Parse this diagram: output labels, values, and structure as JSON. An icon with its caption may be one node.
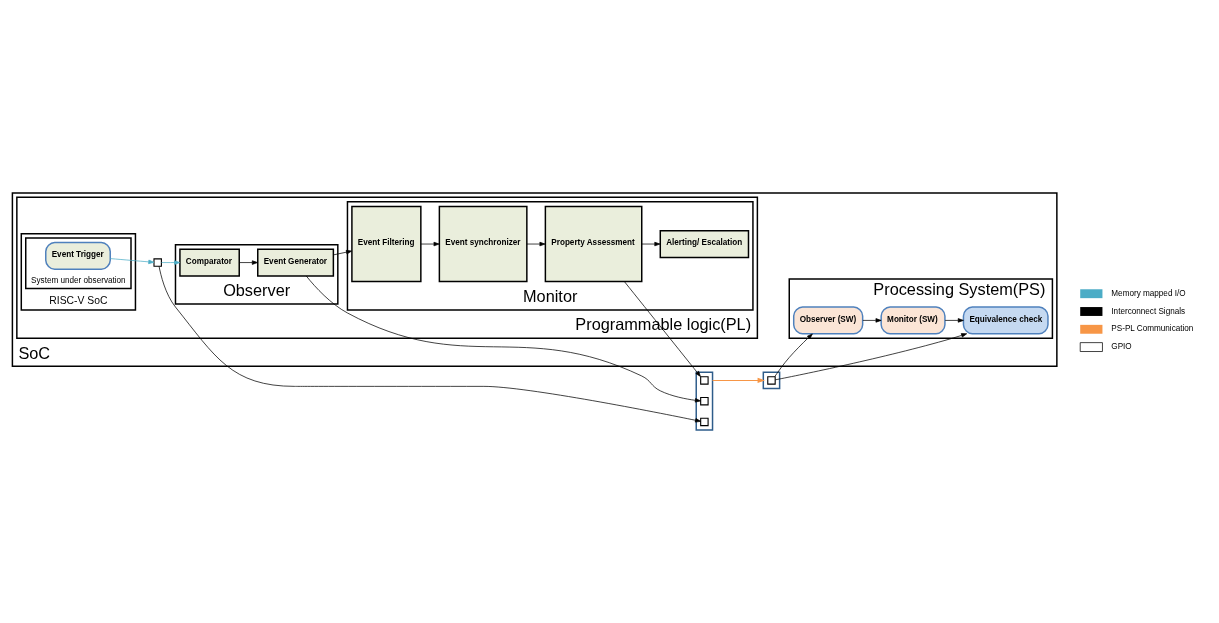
{
  "diagram": {
    "nodes": [
      {
        "text": [
          "SoC"
        ]
      },
      {
        "text": [
          "Programmable logic(PL)"
        ],
        "in": 0
      },
      {
        "text": [
          "RISC-V SoC"
        ],
        "in": 1
      },
      {
        "text": [
          "System under observation"
        ],
        "in": 2
      },
      {
        "text": [
          "Event Trigger"
        ],
        "in": 3
      },
      {
        "text": [],
        "shape": "box",
        "in": 1
      },
      {
        "text": [
          "Observer"
        ],
        "in": 1
      },
      {
        "text": [
          "Comparator"
        ],
        "in": 6
      },
      {
        "text": [
          "Event Generator"
        ],
        "in": 6
      },
      {
        "text": [
          "Monitor"
        ],
        "in": 1
      },
      {
        "text": [
          "Event Filtering"
        ],
        "in": 9
      },
      {
        "text": [
          "Event synchronizer"
        ],
        "in": 9
      },
      {
        "text": [
          "Property Assessment"
        ],
        "in": 9
      },
      {
        "text": [
          "Alerting/ Escalation"
        ],
        "in": 9
      },
      {
        "text": [],
        "shape": "box"
      },
      {
        "text": [],
        "shape": "box",
        "in": 14
      },
      {
        "text": [],
        "shape": "box",
        "in": 14
      },
      {
        "text": [],
        "shape": "box",
        "in": 14
      },
      {
        "text": [
          "Processing System(PS)"
        ],
        "in": 0
      },
      {
        "text": [],
        "shape": "box"
      },
      {
        "text": [],
        "shape": "box",
        "in": 19
      },
      {
        "text": [
          "Observer (SW)"
        ],
        "in": 18
      },
      {
        "text": [
          "Monitor (SW)"
        ],
        "in": 18
      },
      {
        "text": [
          "Equivalence check"
        ],
        "in": 18
      }
    ],
    "edges": [
      {
        "from": 4,
        "to": 5,
        "arrow": "to",
        "color": "#4bacc6"
      },
      {
        "from": 5,
        "to": 7,
        "arrow": "to",
        "color": "#4bacc6"
      },
      {
        "from": 7,
        "to": 8,
        "arrow": "to"
      },
      {
        "from": 8,
        "to": 10,
        "arrow": "to"
      },
      {
        "from": 10,
        "to": 11,
        "arrow": "to"
      },
      {
        "from": 11,
        "to": 12,
        "arrow": "to"
      },
      {
        "from": 12,
        "to": 15,
        "arrow": "to"
      },
      {
        "from": 12,
        "to": 13,
        "arrow": "to"
      },
      {
        "from": 8,
        "to": 16,
        "arrow": "to"
      },
      {
        "from": 5,
        "to": 17,
        "arrow": "to"
      },
      {
        "from": 14,
        "to": 19,
        "arrow": "to",
        "color": "#f79646"
      },
      {
        "from": 20,
        "to": 21,
        "arrow": "to"
      },
      {
        "from": 20,
        "to": 23,
        "arrow": "to"
      },
      {
        "from": 21,
        "to": 22,
        "arrow": "to"
      },
      {
        "from": 22,
        "to": 23,
        "arrow": "to"
      }
    ],
    "legend": [
      {
        "text": "Memory mapped I/O"
      },
      {
        "text": "Interconnect Signals"
      },
      {
        "text": "PS-PL Communication"
      },
      {
        "text": "GPIO"
      }
    ]
  }
}
